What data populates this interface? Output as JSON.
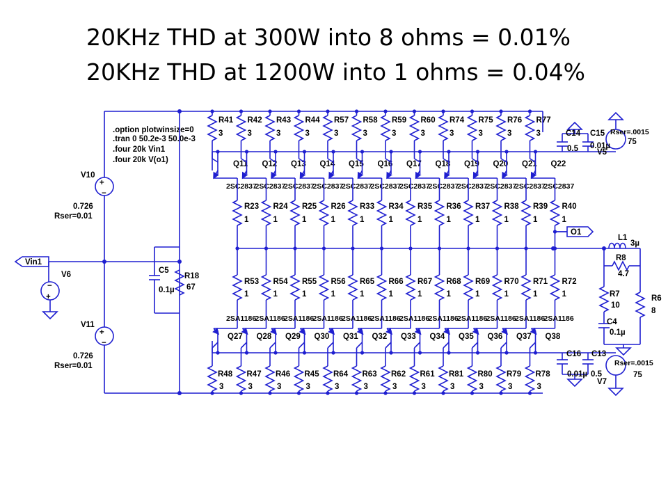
{
  "titles": {
    "line1": "20KHz THD at 300W into 8 ohms = 0.01%",
    "line2": "20KHz THD at 1200W into 1 ohms = 0.04%"
  },
  "directives": [
    ".option plotwinsize=0",
    ".tran 0 50.2e-3 50.0e-3",
    ".four 20k Vin1",
    ".four 20k V(o1)"
  ],
  "top_resistors": [
    "R41",
    "R42",
    "R43",
    "R44",
    "R57",
    "R58",
    "R59",
    "R60",
    "R74",
    "R75",
    "R76",
    "R77"
  ],
  "top_resistor_value": "3",
  "npn_transistors": [
    "Q11",
    "Q12",
    "Q13",
    "Q14",
    "Q15",
    "Q16",
    "Q17",
    "Q18",
    "Q19",
    "Q20",
    "Q21",
    "Q22"
  ],
  "npn_model": "2SC2837",
  "upper_emitter_resistors": [
    "R23",
    "R24",
    "R25",
    "R26",
    "R33",
    "R34",
    "R35",
    "R36",
    "R37",
    "R38",
    "R39",
    "R40"
  ],
  "lower_emitter_resistors": [
    "R53",
    "R54",
    "R55",
    "R56",
    "R65",
    "R66",
    "R67",
    "R68",
    "R69",
    "R70",
    "R71",
    "R72"
  ],
  "emitter_resistor_value": "1",
  "pnp_transistors": [
    "Q27",
    "Q28",
    "Q29",
    "Q30",
    "Q31",
    "Q32",
    "Q33",
    "Q34",
    "Q35",
    "Q36",
    "Q37",
    "Q38"
  ],
  "pnp_model": "2SA1186",
  "bottom_resistors": [
    "R48",
    "R47",
    "R46",
    "R45",
    "R64",
    "R63",
    "R62",
    "R61",
    "R81",
    "R80",
    "R79",
    "R78"
  ],
  "bottom_resistor_value": "3",
  "sources": {
    "v10": {
      "name": "V10",
      "value": "0.726",
      "rser": "Rser=0.01"
    },
    "v11": {
      "name": "V11",
      "value": "0.726",
      "rser": "Rser=0.01"
    },
    "v6": {
      "name": "V6"
    },
    "vin": {
      "label": "Vin1"
    },
    "v5": {
      "name": "V5",
      "rser": "Rser=.0015",
      "value": "75"
    },
    "v7": {
      "name": "V7",
      "rser": "Rser=.0015",
      "value": "75"
    }
  },
  "bias": {
    "c5": {
      "name": "C5",
      "value": "0.1µ"
    },
    "r18": {
      "name": "R18",
      "value": "67"
    }
  },
  "supply_caps": {
    "c14": {
      "name": "C14",
      "value": "0.5"
    },
    "c15": {
      "name": "C15",
      "value": "0.01µ"
    },
    "c16": {
      "name": "C16",
      "value": "0.01µ"
    },
    "c13": {
      "name": "C13",
      "value": "0.5"
    }
  },
  "output": {
    "node": "O1",
    "l1": {
      "name": "L1",
      "value": "3µ"
    },
    "r8": {
      "name": "R8",
      "value": "4.7"
    },
    "r7": {
      "name": "R7",
      "value": "10"
    },
    "c4": {
      "name": "C4",
      "value": "0.1µ"
    },
    "r6": {
      "name": "R6",
      "value": "8"
    }
  },
  "colors": {
    "wire": "#1f1fd0",
    "text": "#000000",
    "background": "#ffffff"
  }
}
